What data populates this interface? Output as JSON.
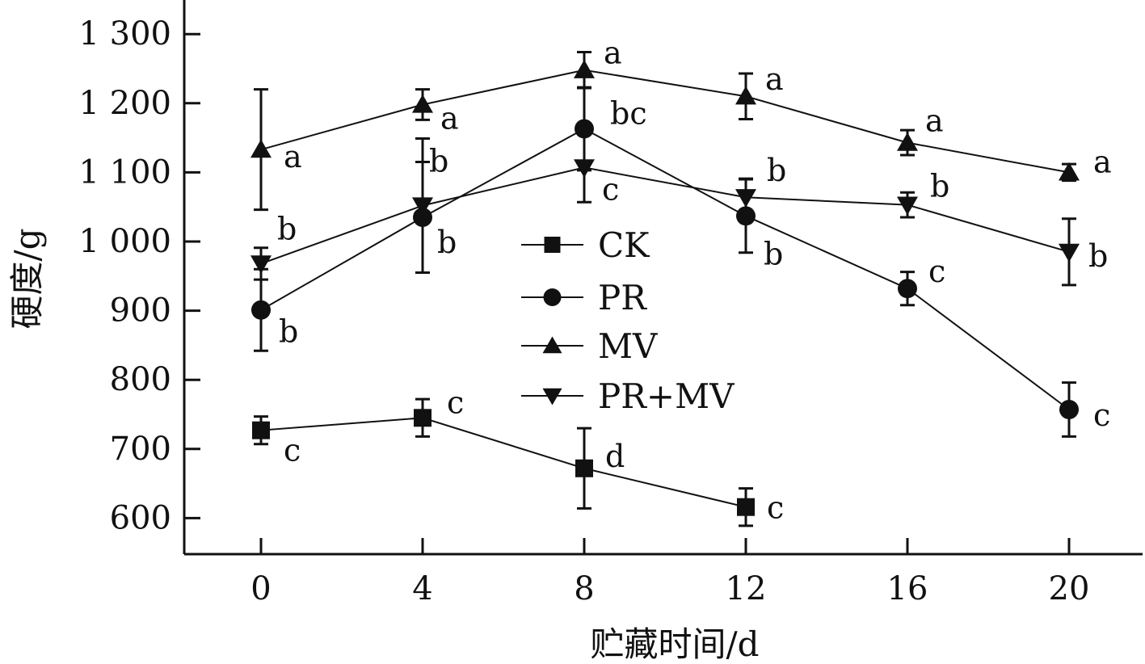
{
  "chart_data": {
    "type": "line",
    "xlabel": "贮藏时间/d",
    "ylabel": "硬度/g",
    "x_ticks": [
      0,
      4,
      8,
      12,
      16,
      20
    ],
    "y_ticks": [
      600,
      700,
      800,
      900,
      1000,
      1100,
      1200,
      1300
    ],
    "y_tick_labels": [
      "600",
      "700",
      "800",
      "900",
      "1 000",
      "1 100",
      "1 200",
      "1 300"
    ],
    "xlim": [
      -2,
      21.8
    ],
    "ylim": [
      550,
      1350
    ],
    "legend_placement": "center",
    "series": [
      {
        "name": "CK",
        "marker": "square",
        "x": [
          0,
          4,
          8,
          12
        ],
        "y": [
          727,
          745,
          672,
          616
        ],
        "err": [
          20,
          27,
          58,
          27
        ],
        "sig": [
          "c",
          "c",
          "d",
          "c"
        ]
      },
      {
        "name": "PR",
        "marker": "circle",
        "x": [
          0,
          4,
          8,
          12,
          16,
          20
        ],
        "y": [
          901,
          1035,
          1163,
          1037,
          932,
          757
        ],
        "err": [
          59,
          80,
          60,
          53,
          24,
          39
        ],
        "sig": [
          "b",
          "b",
          "bc",
          "b",
          "c",
          "c"
        ]
      },
      {
        "name": "MV",
        "marker": "triangle-up",
        "x": [
          0,
          4,
          8,
          12,
          16,
          20
        ],
        "y": [
          1133,
          1198,
          1248,
          1210,
          1143,
          1100
        ],
        "err": [
          87,
          22,
          26,
          33,
          18,
          12
        ],
        "sig": [
          "a",
          "a",
          "a",
          "a",
          "a",
          "a"
        ]
      },
      {
        "name": "PR+MV",
        "marker": "triangle-down",
        "x": [
          0,
          4,
          8,
          12,
          16,
          20
        ],
        "y": [
          968,
          1052,
          1107,
          1064,
          1053,
          985
        ],
        "err": [
          23,
          97,
          50,
          27,
          18,
          48
        ],
        "sig": [
          "b",
          "b",
          "c",
          "b",
          "b",
          "b"
        ]
      }
    ]
  }
}
